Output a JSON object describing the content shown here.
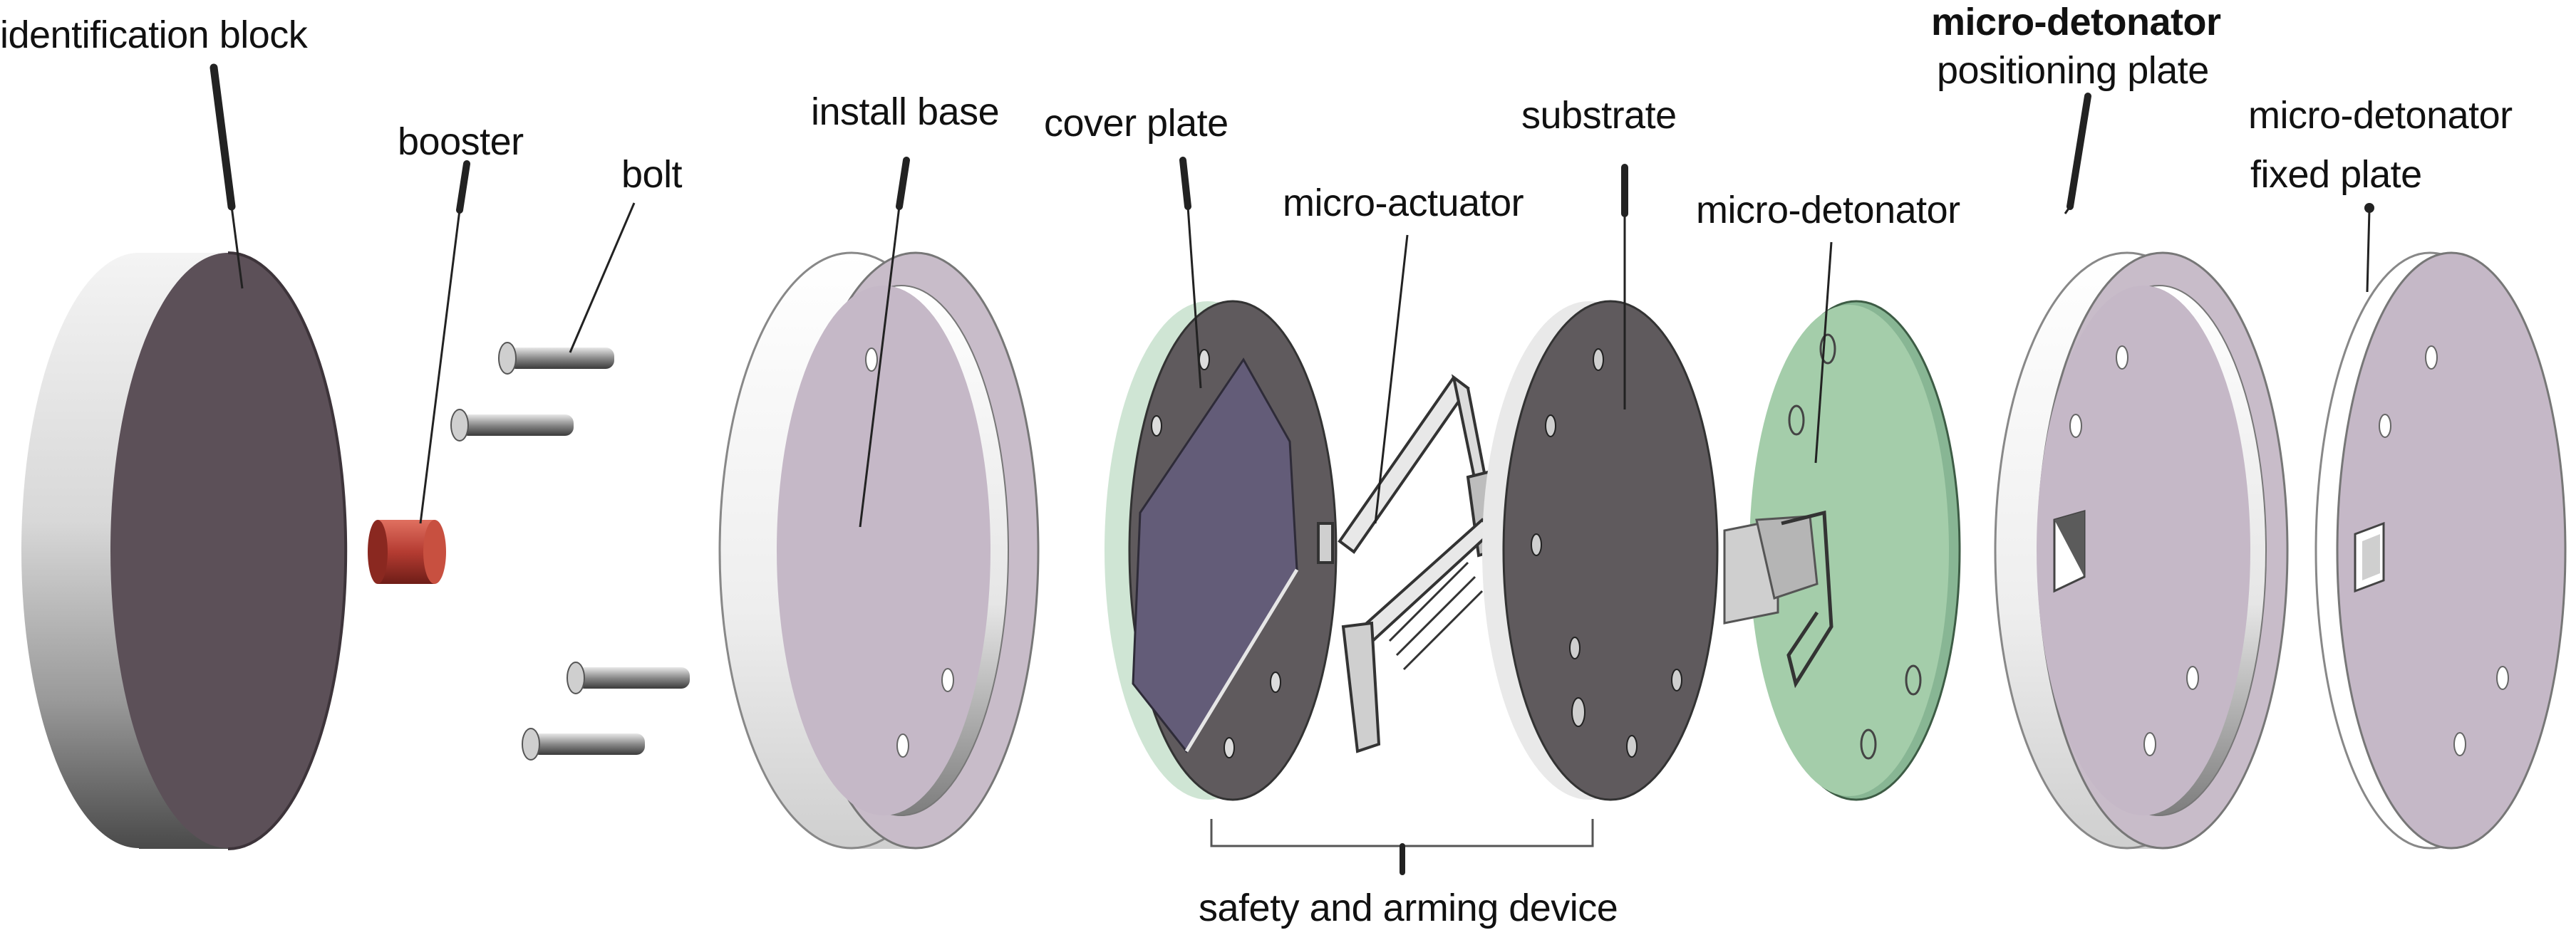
{
  "labels": {
    "identification_block": "identification block",
    "booster": "booster",
    "bolt": "bolt",
    "install_base": "install base",
    "cover_plate": "cover plate",
    "micro_actuator": "micro-actuator",
    "substrate": "substrate",
    "micro_detonator": "micro-detonator",
    "micro_detonator_positioning_plate_line1": "micro-detonator",
    "micro_detonator_positioning_plate_line2": "positioning plate",
    "micro_detonator_fixed_plate_line1": "micro-detonator",
    "micro_detonator_fixed_plate_line2": "fixed plate",
    "safety_and_arming_device": "safety and arming device"
  },
  "colors": {
    "disc_mauve": "#b9adbb",
    "disc_dark": "#5f5a5d",
    "identification_face": "#5c5058",
    "green_plate": "#9fc9a7",
    "booster_red": "#b53c32",
    "leader": "#222222"
  }
}
